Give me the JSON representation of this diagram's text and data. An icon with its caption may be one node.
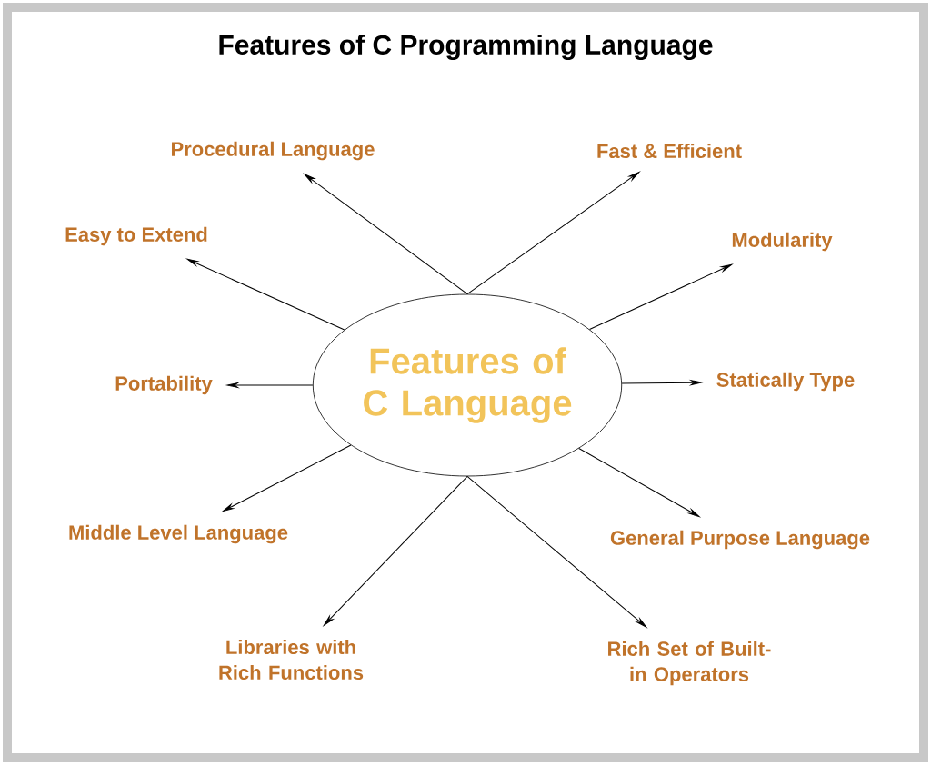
{
  "diagram": {
    "title": "Features of C Programming Language",
    "nodes": [
      {
        "text": [
          "Features of C Language"
        ]
      },
      {
        "text": [
          "Procedural Language"
        ]
      },
      {
        "text": [
          "Fast & Efficient"
        ]
      },
      {
        "text": [
          "Easy to Extend"
        ]
      },
      {
        "text": [
          "Modularity"
        ]
      },
      {
        "text": [
          "Portability"
        ]
      },
      {
        "text": [
          "Statically Type"
        ]
      },
      {
        "text": [
          "Middle Level Language"
        ]
      },
      {
        "text": [
          "General Purpose Language"
        ]
      },
      {
        "text": [
          "Libraries with Rich Functions"
        ]
      },
      {
        "text": [
          "Rich Set of Built-in Operators"
        ]
      }
    ],
    "edges": [
      {
        "from": 0,
        "to": 1,
        "arrow": "to"
      },
      {
        "from": 0,
        "to": 2,
        "arrow": "to"
      },
      {
        "from": 0,
        "to": 3,
        "arrow": "to"
      },
      {
        "from": 0,
        "to": 4,
        "arrow": "to"
      },
      {
        "from": 0,
        "to": 5,
        "arrow": "to"
      },
      {
        "from": 0,
        "to": 6,
        "arrow": "to"
      },
      {
        "from": 0,
        "to": 7,
        "arrow": "to"
      },
      {
        "from": 0,
        "to": 8,
        "arrow": "to"
      },
      {
        "from": 0,
        "to": 9,
        "arrow": "to"
      },
      {
        "from": 0,
        "to": 10,
        "arrow": "to"
      }
    ]
  }
}
